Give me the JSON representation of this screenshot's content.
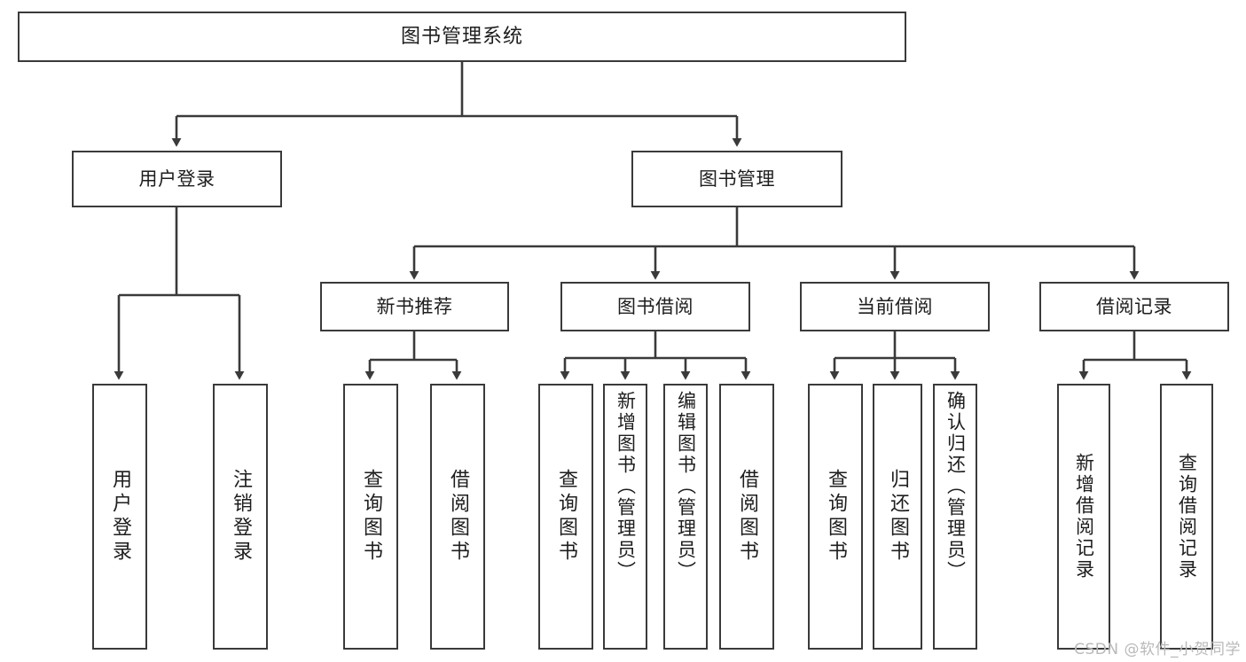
{
  "diagram": {
    "title": "图书管理系统",
    "type": "tree",
    "watermark": "CSDN @软件_小贺同学",
    "colors": {
      "box_border": "#3a3a3a",
      "box_fill": "#ffffff",
      "connector": "#3a3a3a",
      "text": "#1d1d1d",
      "watermark": "#b9b9b9"
    },
    "root": {
      "label": "图书管理系统"
    },
    "level2": [
      {
        "label": "用户登录"
      },
      {
        "label": "图书管理"
      }
    ],
    "level3": [
      {
        "label": "新书推荐"
      },
      {
        "label": "图书借阅"
      },
      {
        "label": "当前借阅"
      },
      {
        "label": "借阅记录"
      }
    ],
    "leaves": {
      "user_login": [
        {
          "label": "用户登录"
        },
        {
          "label": "注销登录"
        }
      ],
      "new_book": [
        {
          "label": "查询图书"
        },
        {
          "label": "借阅图书"
        }
      ],
      "book_borrow": [
        {
          "label": "查询图书"
        },
        {
          "label": "新增图书（管理员）"
        },
        {
          "label": "编辑图书（管理员）"
        },
        {
          "label": "借阅图书"
        }
      ],
      "current_borrow": [
        {
          "label": "查询图书"
        },
        {
          "label": "归还图书"
        },
        {
          "label": "确认归还（管理员）"
        }
      ],
      "borrow_record": [
        {
          "label": "新增借阅记录"
        },
        {
          "label": "查询借阅记录"
        }
      ]
    }
  }
}
